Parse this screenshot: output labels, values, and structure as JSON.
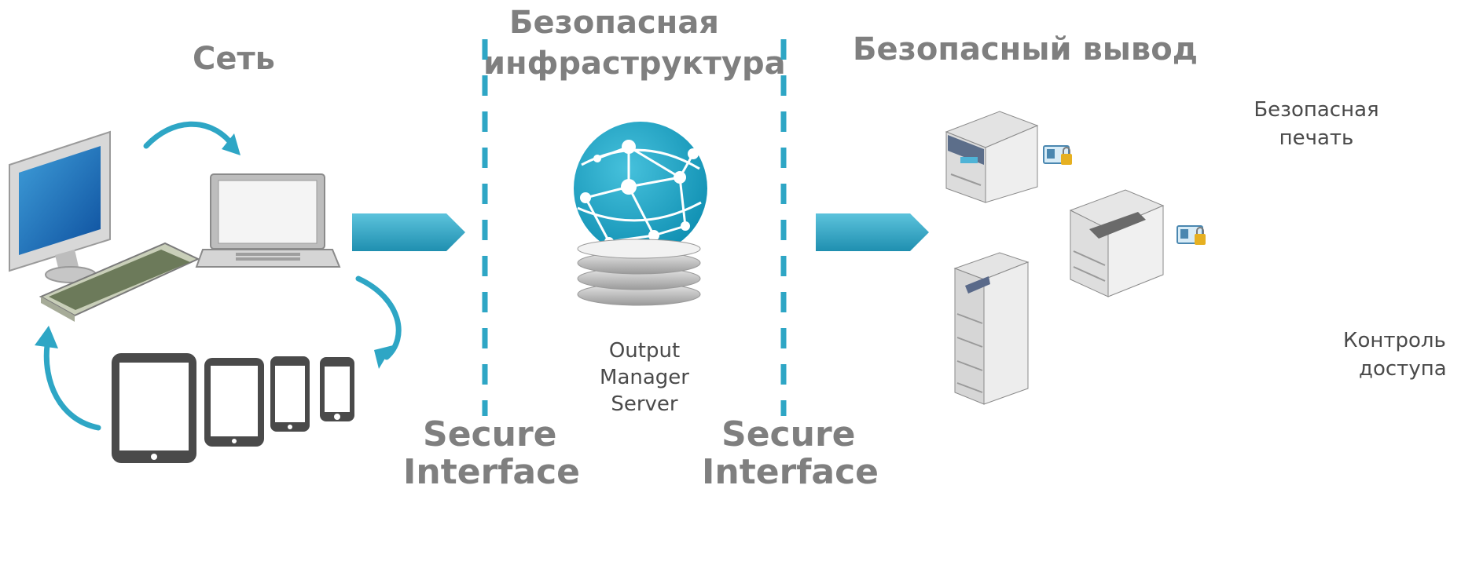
{
  "sections": {
    "network": "Сеть",
    "infrastructure_line1": "Безопасная",
    "infrastructure_line2": "инфраструктура",
    "output": "Безопасный вывод"
  },
  "server": {
    "line1": "Output",
    "line2": "Manager",
    "line3": "Server"
  },
  "interfaces": {
    "left_line1": "Secure",
    "left_line2": "Interface",
    "right_line1": "Secure",
    "right_line2": "Interface"
  },
  "output_labels": {
    "secure_print_line1": "Безопасная",
    "secure_print_line2": "печать",
    "access_control_line1": "Контроль",
    "access_control_line2": "доступа"
  },
  "colors": {
    "accent": "#2ea6c5",
    "heading_gray": "#7f7f7f",
    "text_gray": "#4a4a4a"
  },
  "icons": [
    "desktop-computer-icon",
    "laptop-icon",
    "tablet-icon",
    "phone-icon",
    "globe-network-icon",
    "server-stack-icon",
    "printer-icon",
    "mfp-printer-icon",
    "id-card-lock-icon"
  ]
}
